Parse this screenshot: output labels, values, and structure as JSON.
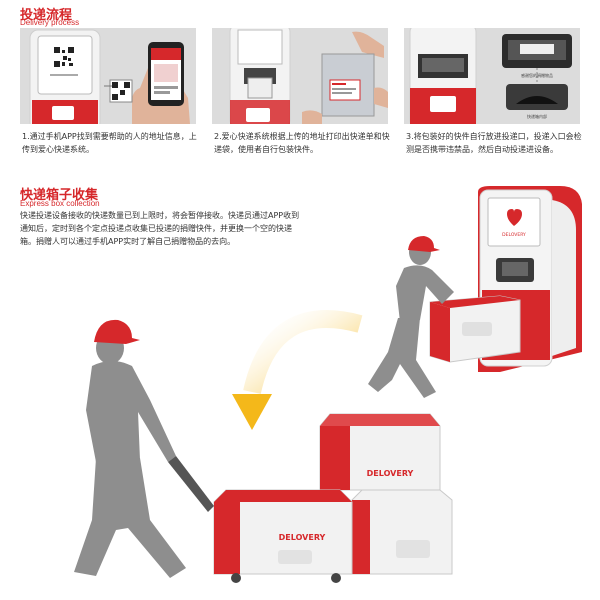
{
  "section1": {
    "title": "投递流程",
    "subtitle": "Delivery process"
  },
  "steps": [
    {
      "caption": "1.通过手机APP找到需要帮助的人的地址信息，上传到爱心快递系统。"
    },
    {
      "caption": "2.爱心快递系统根据上传的地址打印出快递单和快递袋，使用者自行包装快件。"
    },
    {
      "caption": "3.将包装好的快件自行放进投递口，投递入口会检测是否携带违禁品，然后自动投递进设备。"
    }
  ],
  "panel3_labels": {
    "label_a": "感谢您的捐赠物品",
    "label_b": "快递箱内部"
  },
  "section2": {
    "title": "快递箱子收集",
    "subtitle": "Express box collection",
    "paragraph": "快递投递设备接收的快递数量已到上限时，将会暂停接收。快递员通过APP收到通知后，定时到各个定点投递点收集已投递的捐赠快件，并更换一个空的快递箱。捐赠人可以通过手机APP实时了解自己捐赠物品的去向。"
  },
  "brand": {
    "name": "DELOVERY",
    "kiosk_label": "DELOVERY"
  },
  "colors": {
    "brand_red": "#d6282b",
    "figure_gray": "#8e8e8e",
    "panel_bg": "#d9d9d9",
    "arrow_yellow": "#f4b81a"
  }
}
